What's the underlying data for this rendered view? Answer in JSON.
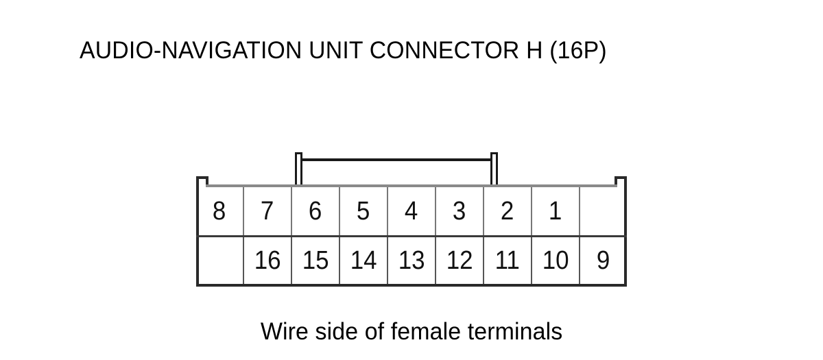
{
  "title": "AUDIO-NAVIGATION UNIT CONNECTOR H (16P)",
  "caption": "Wire side of female terminals",
  "connector": {
    "name": "H",
    "pin_count": "16P",
    "rows": [
      {
        "id": "top-row",
        "cells": [
          "8",
          "7",
          "6",
          "5",
          "4",
          "3",
          "2",
          "1",
          ""
        ]
      },
      {
        "id": "bottom-row",
        "cells": [
          "",
          "16",
          "15",
          "14",
          "13",
          "12",
          "11",
          "10",
          "9"
        ]
      }
    ],
    "latch": "top-latch-bracket"
  },
  "colors": {
    "outline": "#2a2a2a",
    "divider": "#777777",
    "body_top_edge": "#8a8a8a",
    "text": "#000000",
    "background": "#ffffff"
  }
}
